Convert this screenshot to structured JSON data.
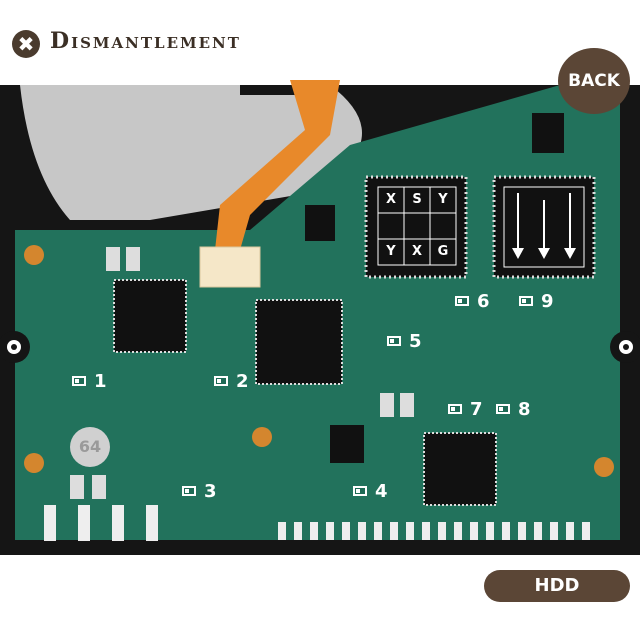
{
  "header": {
    "close_glyph": "✖",
    "title": "Dismantlement"
  },
  "nav": {
    "back_label": "BACK",
    "hdd_label": "HDD"
  },
  "board": {
    "badge": "64",
    "labels": [
      "1",
      "2",
      "3",
      "4",
      "5",
      "6",
      "7",
      "8",
      "9"
    ],
    "puzzle_grid": [
      "X",
      "S",
      "Y",
      "",
      "",
      "",
      "Y",
      "X",
      "G"
    ],
    "arrow_columns": 3
  },
  "colors": {
    "pcb": "#22725c",
    "chip": "#111111",
    "brown": "#5b4636",
    "ribbon": "#e8892a"
  }
}
